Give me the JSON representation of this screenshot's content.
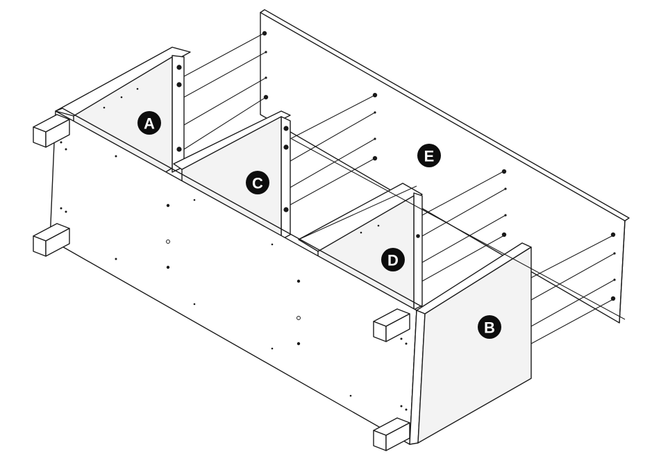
{
  "labels": {
    "A": "A",
    "B": "B",
    "C": "C",
    "D": "D",
    "E": "E"
  },
  "colors": {
    "line": "#1a1a1a",
    "badge": "#0d0d0d",
    "badge_text": "#ffffff",
    "background": "#ffffff"
  }
}
